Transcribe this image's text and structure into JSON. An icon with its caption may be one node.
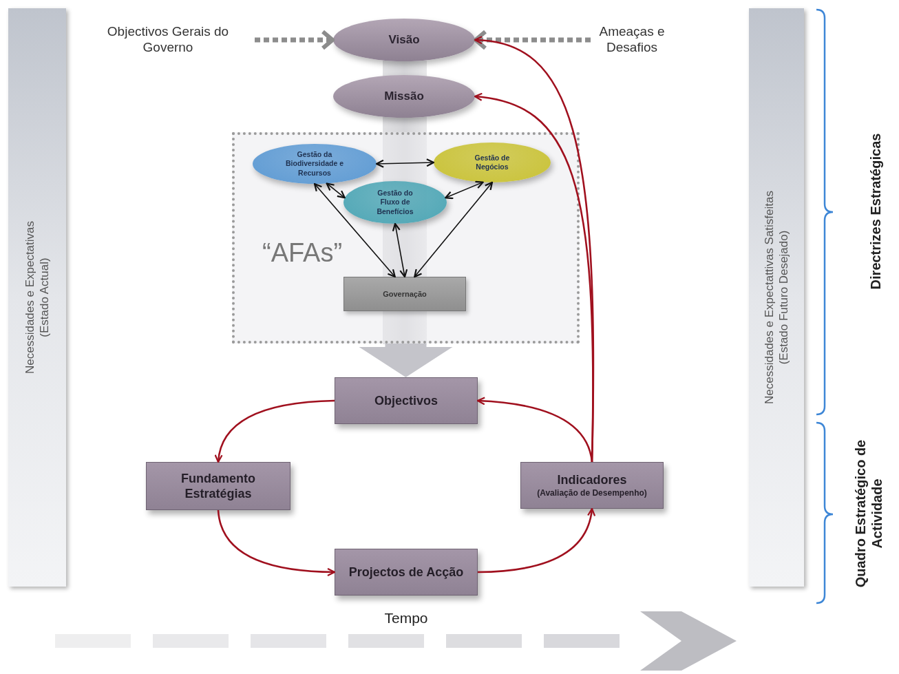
{
  "diagram": {
    "nodes": [
      {
        "text": [
          "Necessidades e Expectativas",
          "(Estado Actual)"
        ]
      },
      {
        "text": [
          "Objectivos Gerais do Governo"
        ]
      },
      {
        "text": [
          "Visão"
        ]
      },
      {
        "text": [
          "Ameaças e Desafios"
        ]
      },
      {
        "text": [
          "Missão"
        ]
      },
      {
        "text": [
          "“AFAs”"
        ]
      },
      {
        "text": [
          "Gestão da Biodiversidade e Recursos"
        ],
        "in": 5
      },
      {
        "text": [
          "Gestão de Negócios"
        ],
        "in": 5
      },
      {
        "text": [
          "Gestão do Fluxo de Benefícios"
        ],
        "in": 5
      },
      {
        "text": [
          "Governação"
        ],
        "in": 5
      },
      {
        "text": [
          "Objectivos"
        ]
      },
      {
        "text": [
          "Fundamento Estratégias"
        ]
      },
      {
        "text": [
          "Indicadores",
          "(Avaliação de Desempenho)"
        ]
      },
      {
        "text": [
          "Projectos de Acção"
        ]
      },
      {
        "text": [
          "Necessidades e Expectattivas Satisfeitas",
          "(Estado Futuro Desejado)"
        ]
      }
    ],
    "edges": [
      {
        "from": 1,
        "to": 2,
        "arrow": "to",
        "style": "dashed",
        "color": "#8c8c8c"
      },
      {
        "from": 3,
        "to": 2,
        "arrow": "to",
        "style": "dashed",
        "color": "#8c8c8c"
      },
      {
        "from": 6,
        "to": 7,
        "arrow": "both"
      },
      {
        "from": 6,
        "to": 8,
        "arrow": "both"
      },
      {
        "from": 7,
        "to": 8,
        "arrow": "both"
      },
      {
        "from": 6,
        "to": 9,
        "arrow": "both"
      },
      {
        "from": 8,
        "to": 9,
        "arrow": "both"
      },
      {
        "from": 7,
        "to": 9,
        "arrow": "both"
      },
      {
        "from": 5,
        "to": 10,
        "arrow": "to",
        "style": "thick",
        "color": "#c4c4ca"
      },
      {
        "from": 10,
        "to": 11,
        "arrow": "to",
        "color": "#a0101e"
      },
      {
        "from": 11,
        "to": 13,
        "arrow": "to",
        "color": "#a0101e"
      },
      {
        "from": 13,
        "to": 12,
        "arrow": "to",
        "color": "#a0101e"
      },
      {
        "from": 12,
        "to": 10,
        "arrow": "to",
        "color": "#a0101e"
      },
      {
        "from": 12,
        "to": 2,
        "arrow": "to",
        "color": "#a0101e"
      },
      {
        "from": 12,
        "to": 4,
        "arrow": "to",
        "color": "#a0101e"
      }
    ],
    "labels": [
      "Directrizes Estratégicas",
      "Quadro Estratégico de Actividade",
      "Tempo"
    ]
  }
}
